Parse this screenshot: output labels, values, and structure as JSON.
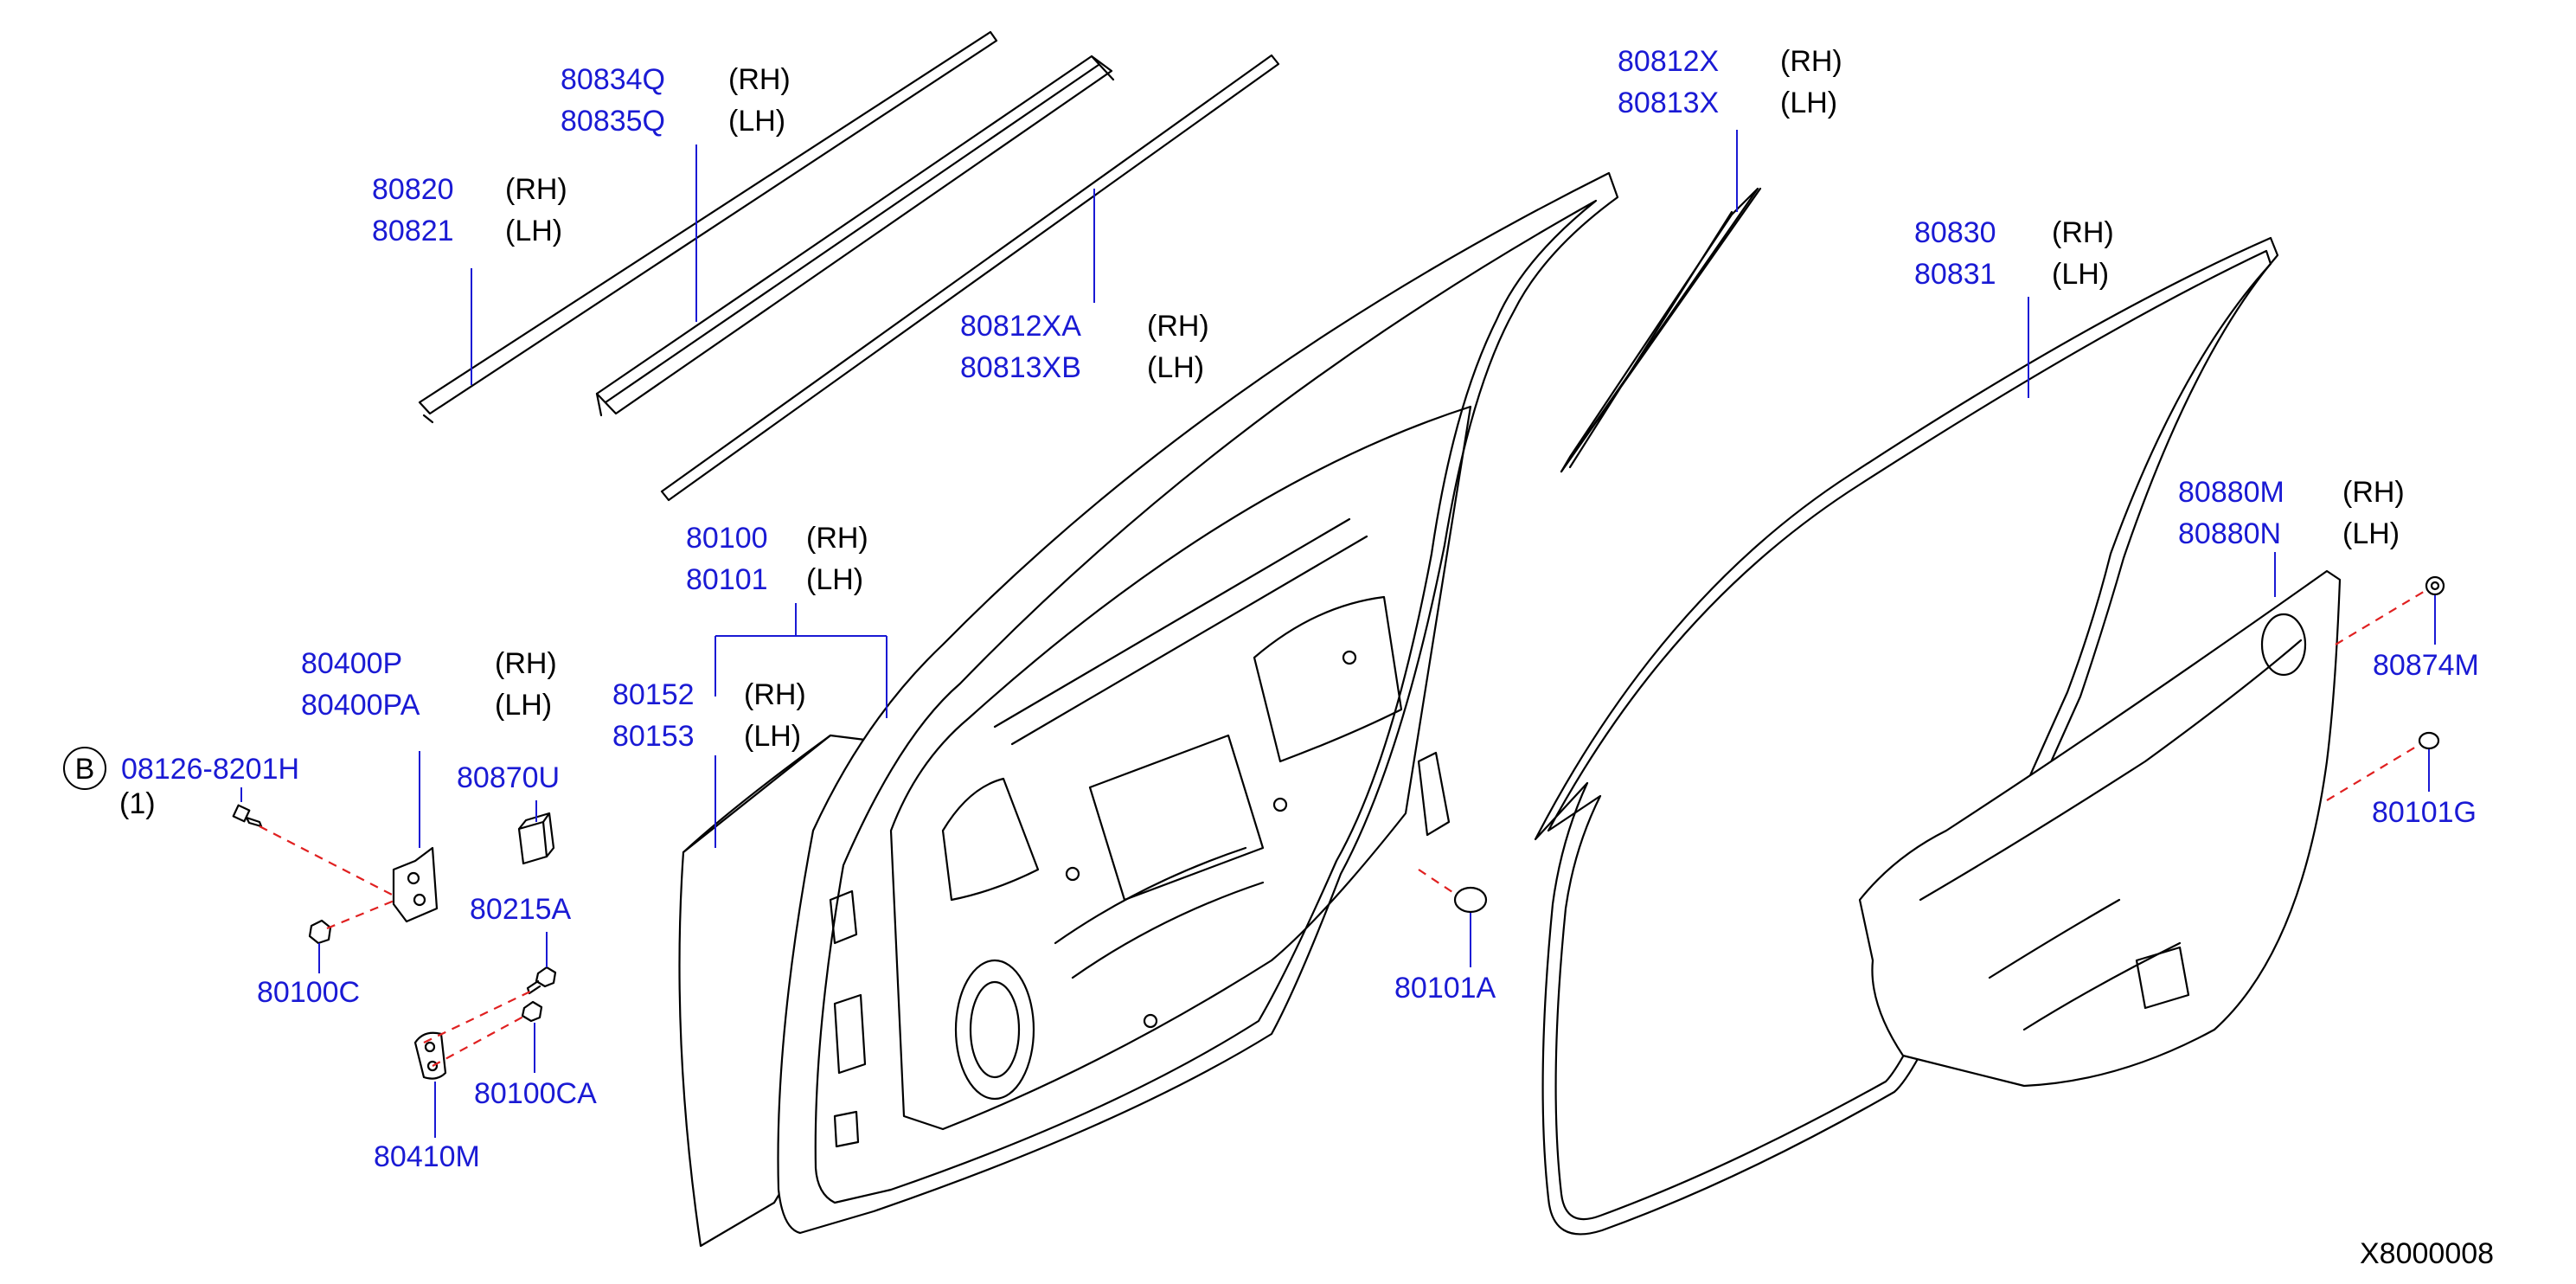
{
  "diagram_id": "X8000008",
  "callouts": {
    "belt_molding": {
      "rh": "80820",
      "lh": "80821",
      "rh_side": "(RH)",
      "lh_side": "(LH)"
    },
    "sash_channel": {
      "rh": "80834Q",
      "lh": "80835Q",
      "rh_side": "(RH)",
      "lh_side": "(LH)"
    },
    "outer_sash": {
      "rh": "80812XA",
      "lh": "80813XB",
      "rh_side": "(RH)",
      "lh_side": "(LH)"
    },
    "sash_tape": {
      "rh": "80812X",
      "lh": "80813X",
      "rh_side": "(RH)",
      "lh_side": "(LH)"
    },
    "weatherstrip": {
      "rh": "80830",
      "lh": "80831",
      "rh_side": "(RH)",
      "lh_side": "(LH)"
    },
    "door_panel": {
      "rh": "80100",
      "lh": "80101",
      "rh_side": "(RH)",
      "lh_side": "(LH)"
    },
    "outer_skin": {
      "rh": "80152",
      "lh": "80153",
      "rh_side": "(RH)",
      "lh_side": "(LH)"
    },
    "hinge_upper": {
      "rh": "80400P",
      "lh": "80400PA",
      "rh_side": "(RH)",
      "lh_side": "(LH)"
    },
    "sealing_screen": {
      "rh": "80880M",
      "lh": "80880N",
      "rh_side": "(RH)",
      "lh_side": "(LH)"
    },
    "bolt_b": {
      "letter": "B",
      "part": "08126-8201H",
      "qty": "(1)"
    },
    "nut_80100c": "80100C",
    "pad_80870u": "80870U",
    "bolt_80215a": "80215A",
    "nut_80100ca": "80100CA",
    "hinge_80410m": "80410M",
    "plug_80101a": "80101A",
    "clip_80874m": "80874M",
    "plug_80101g": "80101G"
  }
}
